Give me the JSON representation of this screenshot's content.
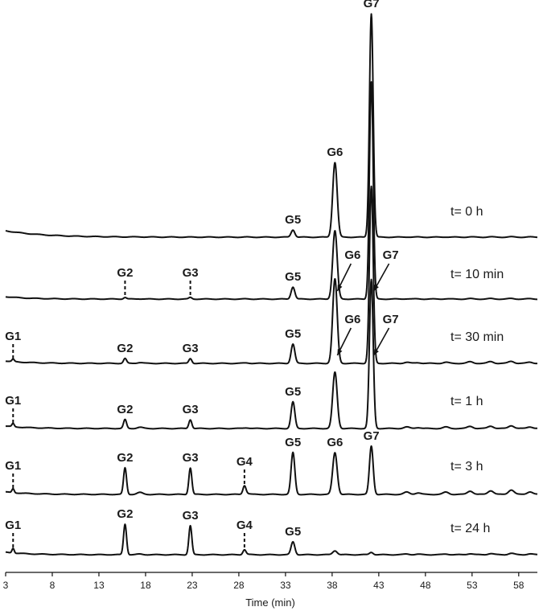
{
  "chart_data": {
    "type": "line",
    "xlabel": "Time (min)",
    "ylabel": "",
    "xlim": [
      3,
      60
    ],
    "x_ticks": [
      "3",
      "8",
      "13",
      "18",
      "23",
      "28",
      "33",
      "38",
      "43",
      "48",
      "53",
      "58"
    ],
    "grid": false,
    "peaks": [
      "G1",
      "G2",
      "G3",
      "G4",
      "G5",
      "G6",
      "G7"
    ],
    "peak_times": {
      "G1": 3.8,
      "G2": 15.8,
      "G3": 22.8,
      "G4": 28.6,
      "G5": 33.8,
      "G6": 38.3,
      "G7": 42.2
    },
    "series": [
      {
        "name": "t= 0 h",
        "heights": {
          "G5": 9,
          "G6": 93,
          "G7": 278
        },
        "labels": [
          {
            "text": "G5",
            "peak": "G5"
          },
          {
            "text": "G6",
            "peak": "G6"
          },
          {
            "text": "G7",
            "peak": "G7"
          }
        ]
      },
      {
        "name": "t= 10 min",
        "heights": {
          "G2": 2,
          "G3": 2,
          "G5": 15,
          "G6": 85,
          "G7": 270
        },
        "labels": [
          {
            "text": "G2",
            "peak": "G2",
            "style": "dashed"
          },
          {
            "text": "G3",
            "peak": "G3",
            "style": "dashed"
          },
          {
            "text": "G5",
            "peak": "G5"
          },
          {
            "text": "G6",
            "peak": "G6",
            "style": "arrow"
          },
          {
            "text": "G7",
            "peak": "G7",
            "style": "arrow"
          }
        ]
      },
      {
        "name": "t= 30 min",
        "heights": {
          "G1": 3,
          "G2": 6,
          "G3": 6,
          "G5": 24,
          "G6": 105,
          "G7": 220
        },
        "labels": [
          {
            "text": "G1",
            "peak": "G1",
            "style": "dashed"
          },
          {
            "text": "G2",
            "peak": "G2"
          },
          {
            "text": "G3",
            "peak": "G3"
          },
          {
            "text": "G5",
            "peak": "G5"
          },
          {
            "text": "G6",
            "peak": "G6",
            "style": "arrow"
          },
          {
            "text": "G7",
            "peak": "G7",
            "style": "arrow"
          }
        ]
      },
      {
        "name": "t= 1 h",
        "heights": {
          "G1": 4,
          "G2": 11,
          "G3": 11,
          "G5": 33,
          "G6": 70,
          "G7": 185
        },
        "labels": [
          {
            "text": "G1",
            "peak": "G1",
            "style": "dashed"
          },
          {
            "text": "G2",
            "peak": "G2"
          },
          {
            "text": "G3",
            "peak": "G3"
          },
          {
            "text": "G5",
            "peak": "G5"
          }
        ]
      },
      {
        "name": "t= 3 h",
        "heights": {
          "G1": 5,
          "G2": 33,
          "G3": 33,
          "G4": 10,
          "G5": 52,
          "G6": 52,
          "G7": 60
        },
        "labels": [
          {
            "text": "G1",
            "peak": "G1",
            "style": "dashed"
          },
          {
            "text": "G2",
            "peak": "G2"
          },
          {
            "text": "G3",
            "peak": "G3"
          },
          {
            "text": "G4",
            "peak": "G4",
            "style": "dashed"
          },
          {
            "text": "G5",
            "peak": "G5"
          },
          {
            "text": "G6",
            "peak": "G6"
          },
          {
            "text": "G7",
            "peak": "G7"
          }
        ]
      },
      {
        "name": "t= 24 h",
        "heights": {
          "G1": 6,
          "G2": 38,
          "G3": 36,
          "G4": 6,
          "G5": 16,
          "G6": 5,
          "G7": 3
        },
        "labels": [
          {
            "text": "G1",
            "peak": "G1",
            "style": "dashed"
          },
          {
            "text": "G2",
            "peak": "G2"
          },
          {
            "text": "G3",
            "peak": "G3"
          },
          {
            "text": "G4",
            "peak": "G4",
            "style": "dashed"
          },
          {
            "text": "G5",
            "peak": "G5"
          }
        ]
      }
    ]
  }
}
